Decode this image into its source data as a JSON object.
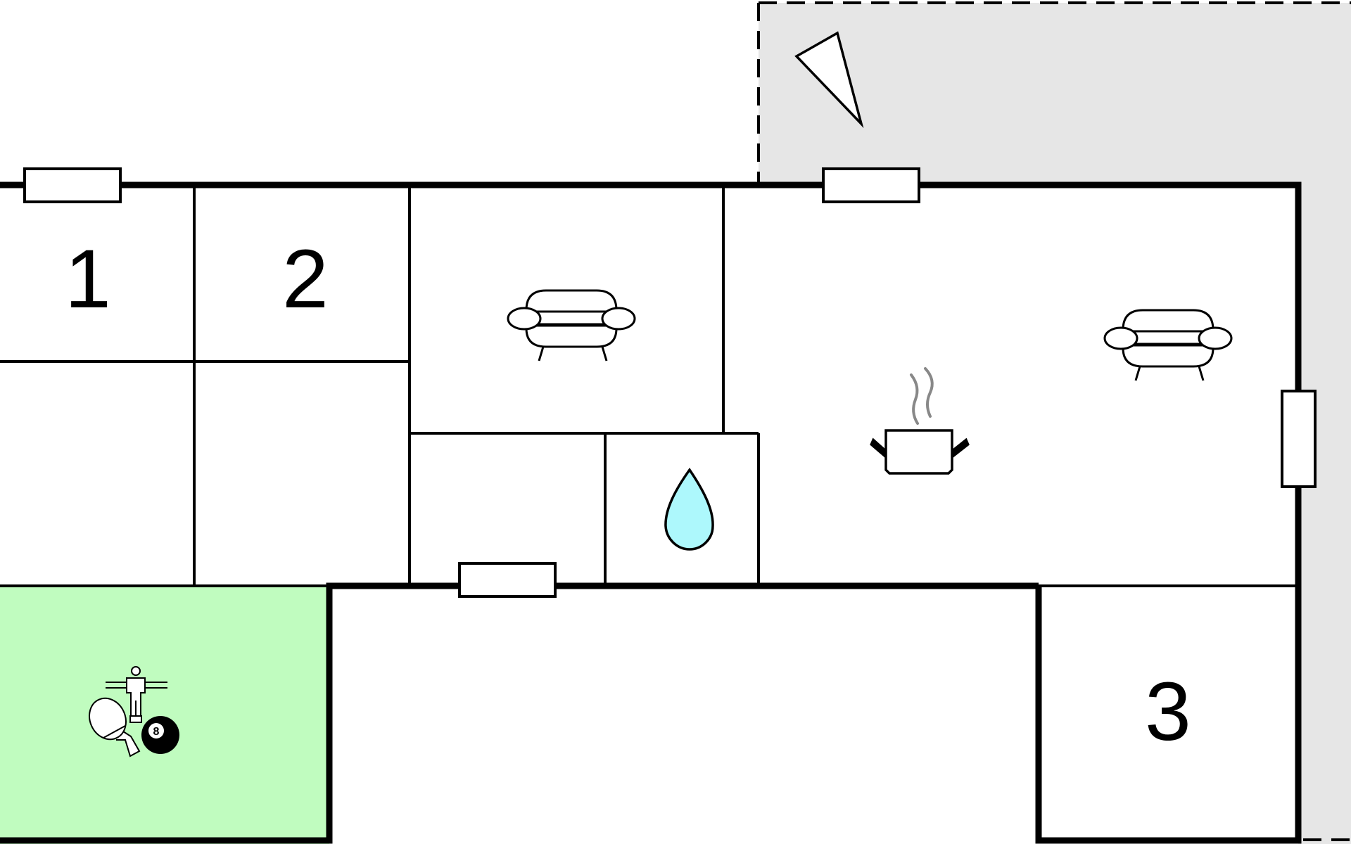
{
  "rooms": [
    {
      "id": "room-1",
      "label": "1",
      "type": "bedroom"
    },
    {
      "id": "room-2",
      "label": "2",
      "type": "bedroom"
    },
    {
      "id": "room-3",
      "label": "3",
      "type": "bedroom"
    }
  ],
  "icons": {
    "north_arrow": "north-arrow-icon",
    "sofa_living": "sofa-icon",
    "sofa_lounge": "sofa-icon",
    "kitchen": "cooking-pot-icon",
    "bathroom": "water-drop-icon",
    "games_room": [
      "foosball-icon",
      "table-tennis-icon",
      "billiard-ball-icon"
    ]
  },
  "billiard_ball_number": "8",
  "colors": {
    "wall": "#000000",
    "exterior_area": "#e6e6e6",
    "games_room": "#c0fcbf",
    "water": "#adf8fc",
    "steam": "#888888"
  }
}
